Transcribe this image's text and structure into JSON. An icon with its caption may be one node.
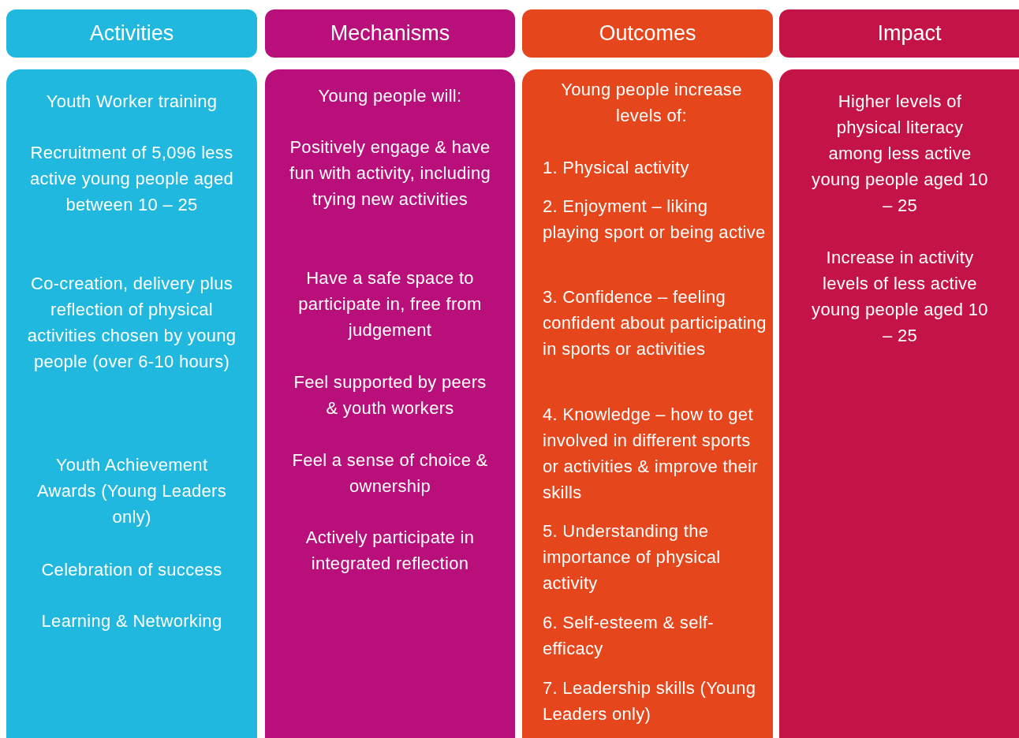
{
  "diagram": {
    "nodes": [
      {
        "text": [
          "Activities"
        ]
      },
      {
        "text": [
          "Mechanisms"
        ]
      },
      {
        "text": [
          "Outcomes"
        ]
      },
      {
        "text": [
          "Impact"
        ]
      },
      {
        "text": [
          "Youth Worker training",
          "Recruitment of 5,096 less active young people aged between 10 – 25",
          "Co-creation, delivery plus reflection of physical activities chosen by young people (over 6-10 hours)",
          "Youth Achievement Awards (Young Leaders only)",
          "Celebration of success",
          "Learning & Networking"
        ]
      },
      {
        "text": [
          "Young people will:",
          "Positively engage & have fun with activity, including trying new activities",
          "Have a safe space to participate in, free from judgement",
          "Feel supported by peers & youth workers",
          "Feel a sense of choice & ownership",
          "Actively participate in integrated reflection"
        ]
      },
      {
        "text": [
          "Young people increase levels of:",
          "1. Physical activity",
          "2. Enjoyment – liking playing sport or being active",
          "3. Confidence – feeling confident about participating in sports or activities",
          "4. Knowledge – how to get involved in different sports or activities & improve their skills",
          "5. Understanding the importance of physical activity",
          "6. Self-esteem & self-efficacy",
          "7. Leadership skills (Young Leaders only)"
        ]
      },
      {
        "text": [
          "Higher levels of physical literacy among less active young people aged 10 – 25",
          "Increase in activity levels of less active young people aged 10 – 25"
        ]
      }
    ]
  }
}
